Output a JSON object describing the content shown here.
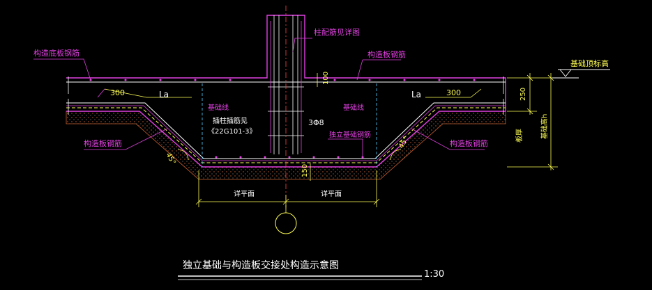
{
  "labels": {
    "column_rebar_note": "柱配筋见详图",
    "bottom_rebar_left": "构造底板钢筋",
    "top_rebar_right": "构造板钢筋",
    "elevation_note": "基础顶标高",
    "dim_300_left": "300",
    "dim_300_right": "300",
    "la_left": "La",
    "la_right": "La",
    "dim_100": "100",
    "dim_250": "250",
    "dim_150": "150",
    "foundation_line_left": "基础线",
    "foundation_line_right": "基础线",
    "anchor_note_1": "插柱插筋见",
    "anchor_note_2": "《22G101-3》",
    "stirrup_note": "3Φ8",
    "isolated_rebar": "独立基础钢筋",
    "slope_rebar_left": "构造板钢筋",
    "slope_rebar_right": "构造板钢筋",
    "angle_left": "45°",
    "angle_right": "45°",
    "thickness_label": "板厚",
    "foundation_height": "基础高h",
    "width_left": "详平面",
    "width_right": "详平面",
    "title": "独立基础与构造板交接处构造示意图",
    "scale": "1:30"
  },
  "colors": {
    "outline": "#e040e0",
    "dimension": "#ffff55",
    "rebar": "#ffffff",
    "axis": "#ff4444",
    "hatch": "#c86030",
    "dashed": "#4fd0ff",
    "concrete": "#6e6e6e",
    "leader": "#e040e0"
  }
}
